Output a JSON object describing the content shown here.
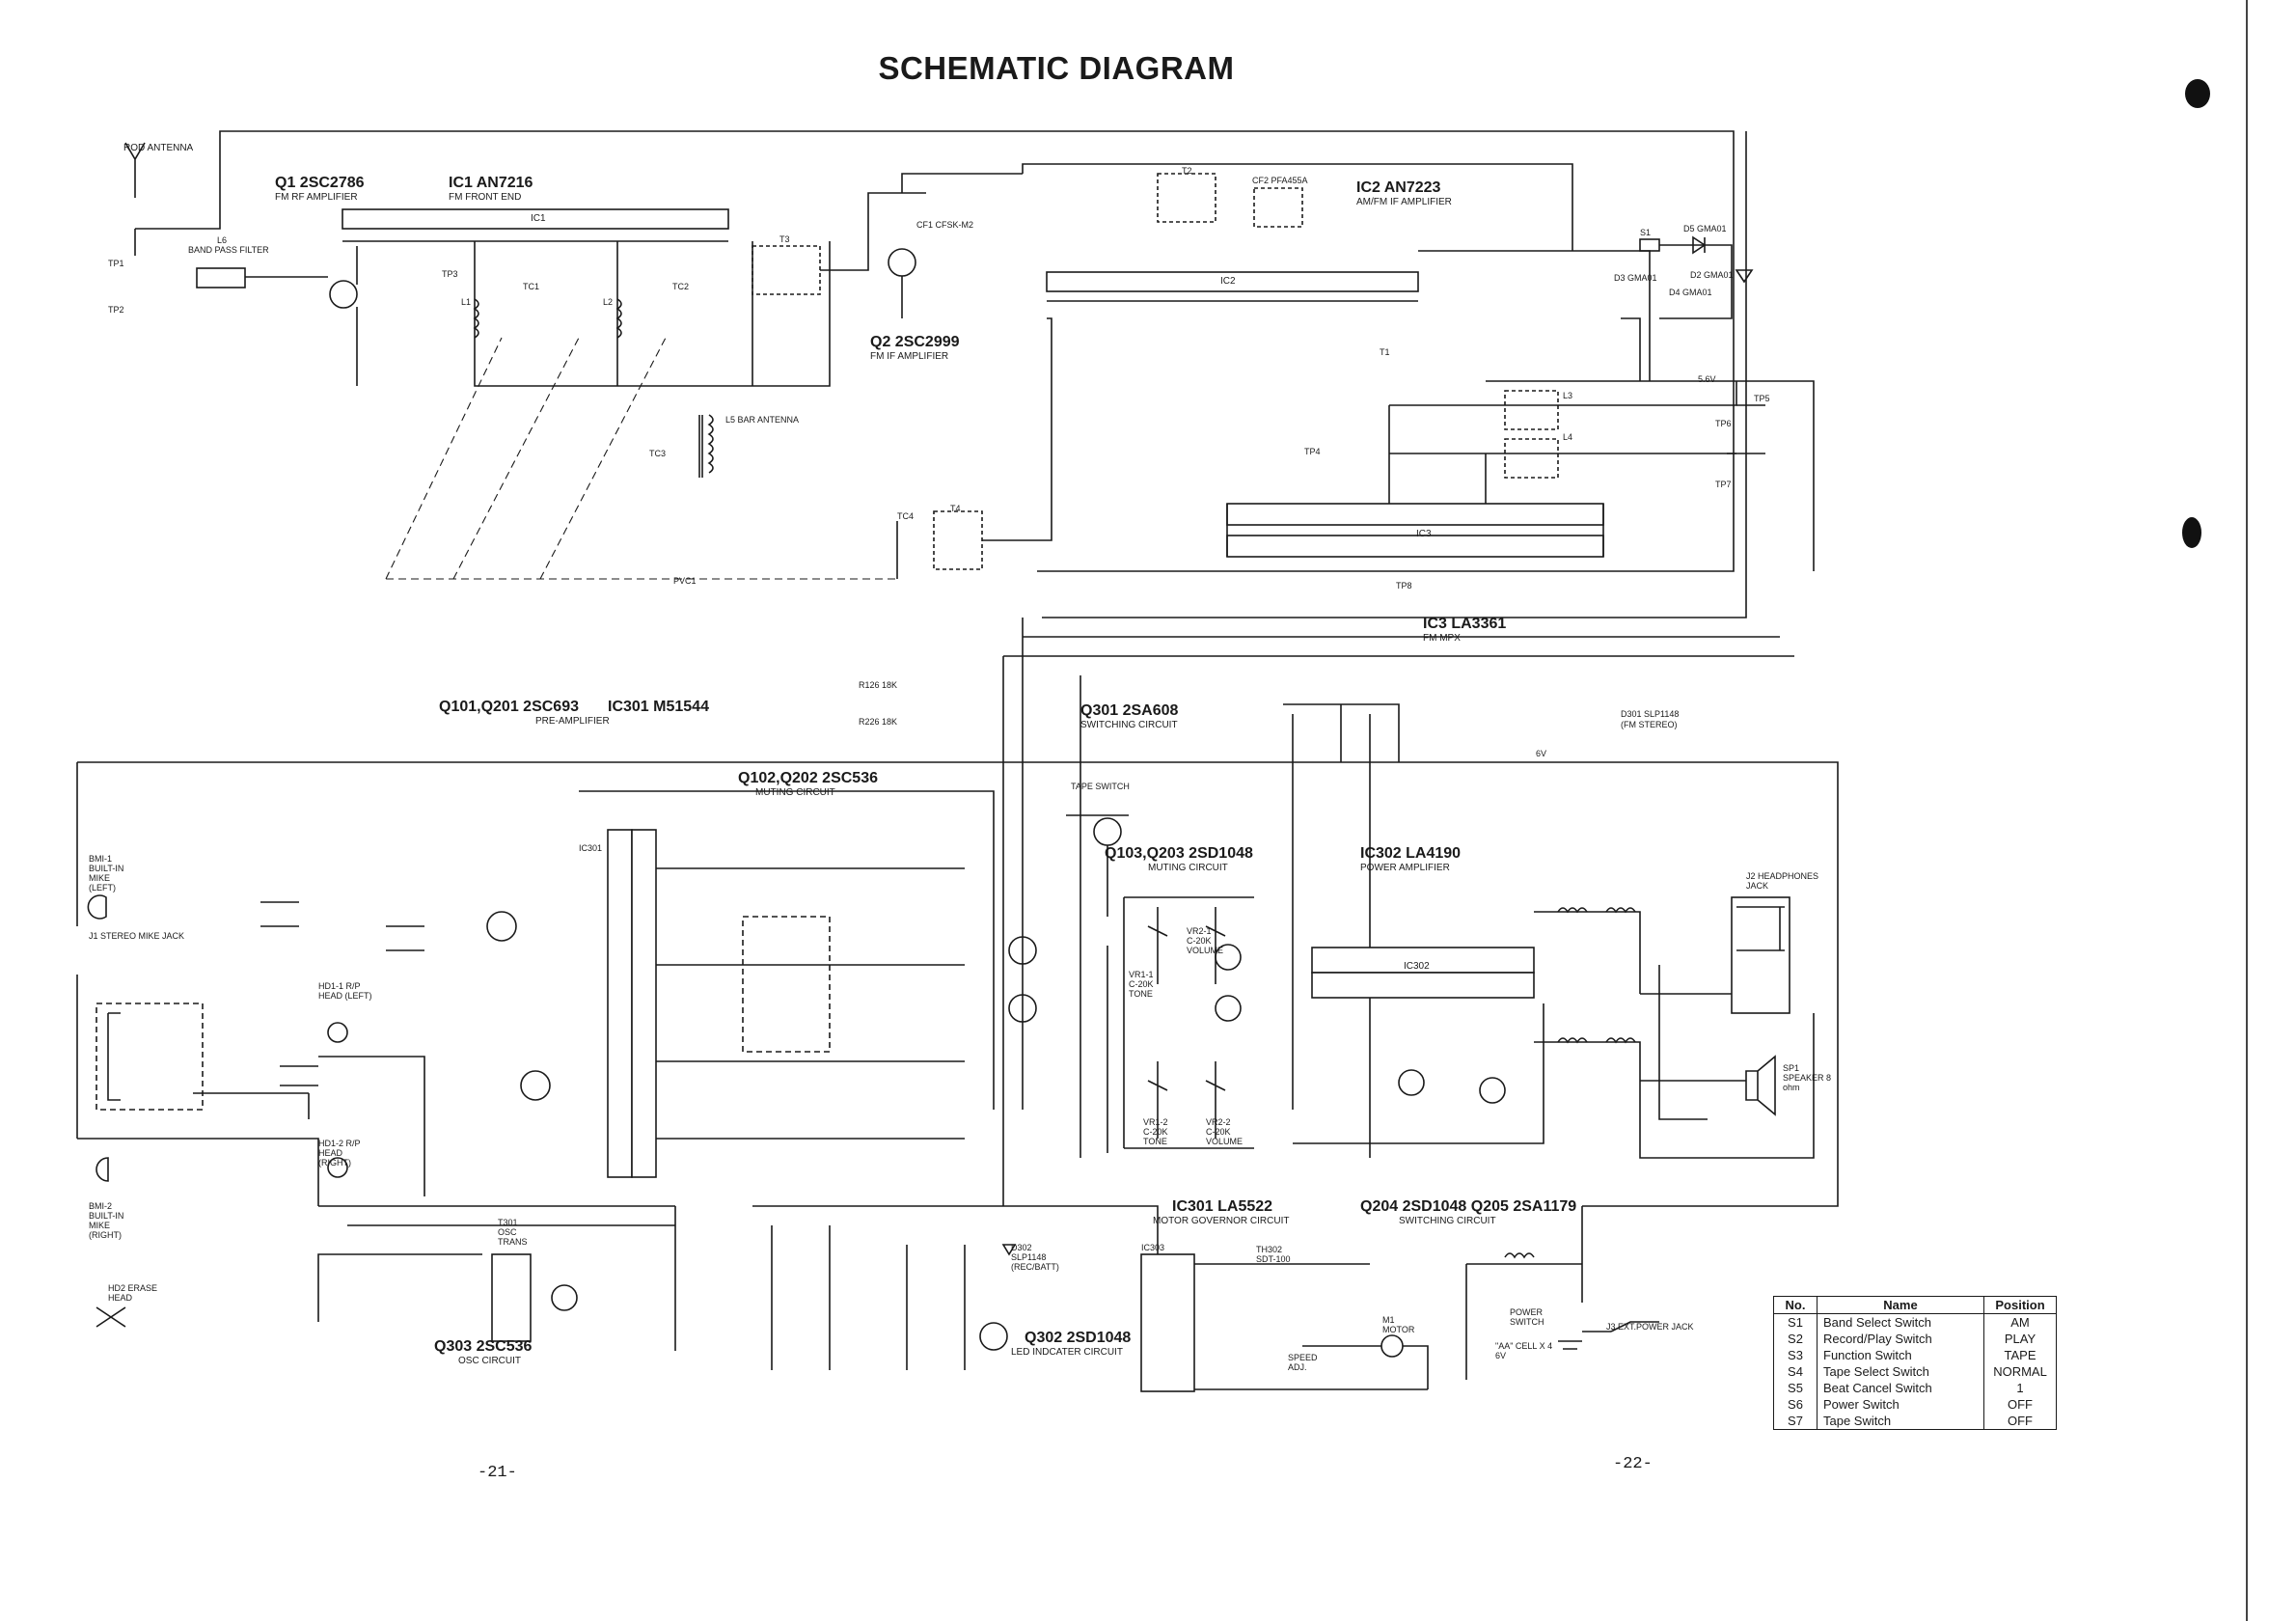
{
  "title": "SCHEMATIC DIAGRAM",
  "page_left": "-21-",
  "page_right": "-22-",
  "labels": {
    "rod_antenna": "ROD ANTENNA",
    "q1_title": "Q1 2SC2786",
    "q1_sub": "FM RF AMPLIFIER",
    "ic1_title": "IC1 AN7216",
    "ic1_sub": "FM FRONT END",
    "ic1_name": "IC1",
    "band_pass": "BAND PASS FILTER",
    "l6": "L6",
    "q2_title": "Q2 2SC2999",
    "q2_sub": "FM IF AMPLIFIER",
    "ic2_title": "IC2 AN7223",
    "ic2_sub": "AM/FM IF AMPLIFIER",
    "ic2_name": "IC2",
    "cf1": "CF1 CFSK-M2",
    "cf2": "CF2 PFA455A",
    "l5": "L5 BAR ANTENNA",
    "pvc1": "PVC1",
    "ic3_title": "IC3 LA3361",
    "ic3_sub": "FM MPX",
    "ic3_name": "IC3",
    "q101_title": "Q101,Q201 2SC693",
    "q101_sub": "PRE-AMPLIFIER",
    "ic301_title": "IC301 M51544",
    "ic301_name": "IC301",
    "q102_title": "Q102,Q202 2SC536",
    "q102_sub": "MUTING CIRCUIT",
    "q301_title": "Q301 2SA608",
    "q301_sub": "SWITCHING CIRCUIT",
    "q103_title": "Q103,Q203 2SD1048",
    "q103_sub": "MUTING CIRCUIT",
    "ic302_title": "IC302 LA4190",
    "ic302_sub": "POWER AMPLIFIER",
    "ic302_name": "IC302",
    "d301": "D301 SLP1148",
    "d301_sub": "(FM STEREO)",
    "tape_switch": "TAPE SWITCH",
    "j2": "J2 HEADPHONES JACK",
    "sp1": "SP1 SPEAKER 8 ohm",
    "j1": "J1 STEREO MIKE JACK",
    "bmi1": "BMI-1 BUILT-IN MIKE (LEFT)",
    "bmi2": "BMI-2 BUILT-IN MIKE (RIGHT)",
    "hd1_1": "HD1-1 R/P HEAD (LEFT)",
    "hd1_2": "HD1-2 R/P HEAD (RIGHT)",
    "hd2": "HD2 ERASE HEAD",
    "q303_title": "Q303 2SC536",
    "q303_sub": "OSC CIRCUIT",
    "t301": "T301 OSC TRANS",
    "ic303": "IC303",
    "ic303_title": "IC301 LA5522",
    "ic303_sub": "MOTOR GOVERNOR CIRCUIT",
    "q204_title": "Q204 2SD1048  Q205 2SA1179",
    "q204_sub": "SWITCHING CIRCUIT",
    "q302_title": "Q302 2SD1048",
    "q302_sub": "LED INDCATER CIRCUIT",
    "d302": "D302 SLP1148 (REC/BATT)",
    "m1": "M1 MOTOR",
    "th302": "TH302 SDT-100",
    "speed_adj": "SPEED ADJ.",
    "power_switch": "POWER SWITCH",
    "aa_cell": "\"AA\" CELL X 4  6V",
    "j3": "J3 EXT.POWER JACK",
    "vr1_1": "VR1-1 C-20K TONE",
    "vr2_1": "VR2-1 C-20K VOLUME",
    "vr1_2": "VR1-2 C-20K TONE",
    "vr2_2": "VR2-2 C-20K VOLUME",
    "r126": "R126 18K",
    "r226": "R226 18K",
    "tp1": "TP1",
    "tp2": "TP2",
    "tp3": "TP3",
    "tp4": "TP4",
    "tp5": "TP5",
    "tp6": "TP6",
    "tp7": "TP7",
    "tp8": "TP8",
    "t2": "T2",
    "t3": "T3",
    "t4": "T4",
    "t1": "T1",
    "l1": "L1",
    "l2": "L2",
    "l3": "L3",
    "l4": "L4",
    "tc1": "TC1",
    "tc2": "TC2",
    "tc3": "TC3",
    "tc4": "TC4",
    "d5": "D5 GMA01",
    "d2": "D2 GMA01",
    "d3": "D3 GMA01",
    "d4": "D4 GMA01",
    "s1": "S1",
    "v6": "6V",
    "v56": "5.6V"
  },
  "switch_table": {
    "headers": [
      "No.",
      "Name",
      "Position"
    ],
    "rows": [
      [
        "S1",
        "Band Select Switch",
        "AM"
      ],
      [
        "S2",
        "Record/Play Switch",
        "PLAY"
      ],
      [
        "S3",
        "Function Switch",
        "TAPE"
      ],
      [
        "S4",
        "Tape Select Switch",
        "NORMAL"
      ],
      [
        "S5",
        "Beat Cancel Switch",
        "1"
      ],
      [
        "S6",
        "Power Switch",
        "OFF"
      ],
      [
        "S7",
        "Tape Switch",
        "OFF"
      ]
    ]
  }
}
